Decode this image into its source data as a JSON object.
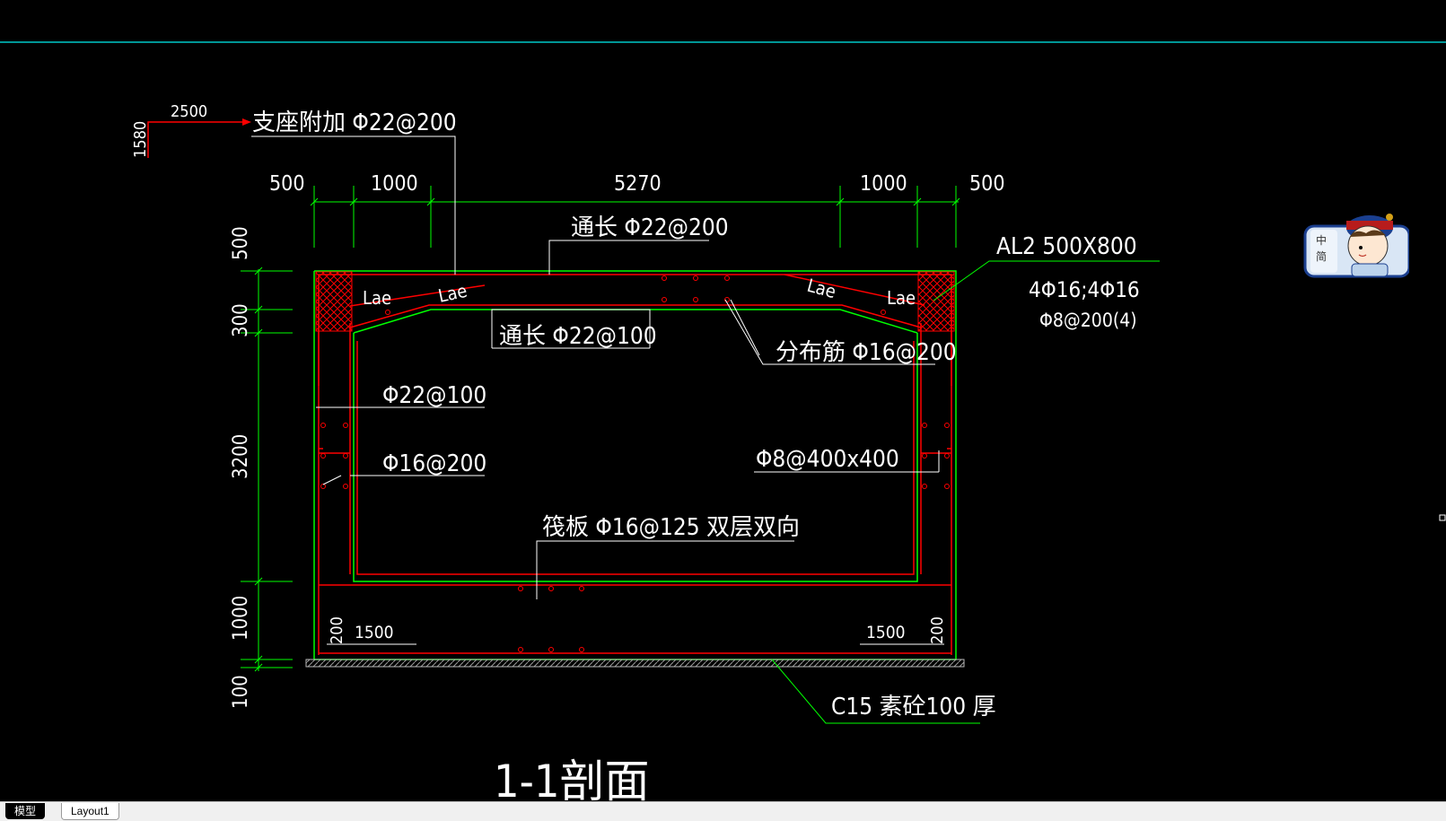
{
  "drawing": {
    "title": "1-1剖面",
    "labels": {
      "support_extra": "支座附加 Φ22@200",
      "top_long": "通长 Φ22@200",
      "mid_long": "通长 Φ22@100",
      "distribution": "分布筋 Φ16@200",
      "wall_vertical": "Φ22@100",
      "wall_horizontal": "Φ16@200",
      "tie": "Φ8@400x400",
      "raft": "筏板 Φ16@125 双层双向",
      "beam_name": "AL2  500X800",
      "beam_main": "4Φ16;4Φ16",
      "beam_stirrup": "Φ8@200(4)",
      "cushion": "C15  素砼100  厚",
      "lae": "Lae",
      "hook_len": "2500",
      "hook_height": "1580"
    },
    "dims_top": [
      "500",
      "1000",
      "5270",
      "1000",
      "500"
    ],
    "dims_left": [
      "500",
      "300",
      "3200",
      "1000",
      "100"
    ],
    "dims_bottom": [
      "200",
      "1500",
      "1500",
      "200"
    ],
    "colors": {
      "background": "#000000",
      "rebar": "#ff0000",
      "outline": "#00ff00",
      "text": "#ffffff",
      "cyan": "#00c8c8"
    }
  },
  "ime": {
    "line1": "中",
    "line2": "简"
  },
  "tabs": {
    "model": "模型",
    "layout": "Layout1"
  }
}
